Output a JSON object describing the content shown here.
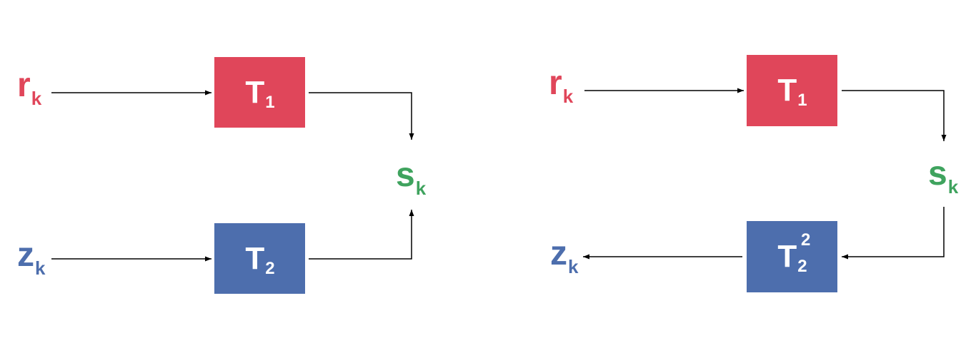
{
  "colors": {
    "red": "#E0465A",
    "blue": "#4D6EAD",
    "green": "#3FA35E",
    "line": "#000000"
  },
  "left_diagram": {
    "r": {
      "main": "r",
      "sub": "k"
    },
    "z": {
      "main": "z",
      "sub": "k"
    },
    "s": {
      "main": "s",
      "sub": "k"
    },
    "t1": {
      "main": "T",
      "sub": "1"
    },
    "t2": {
      "main": "T",
      "sub": "2"
    }
  },
  "right_diagram": {
    "r": {
      "main": "r",
      "sub": "k"
    },
    "z": {
      "main": "z",
      "sub": "k"
    },
    "s": {
      "main": "s",
      "sub": "k"
    },
    "t1": {
      "main": "T",
      "sub": "1"
    },
    "t2": {
      "main": "T",
      "sub": "2",
      "sup": "2"
    }
  }
}
